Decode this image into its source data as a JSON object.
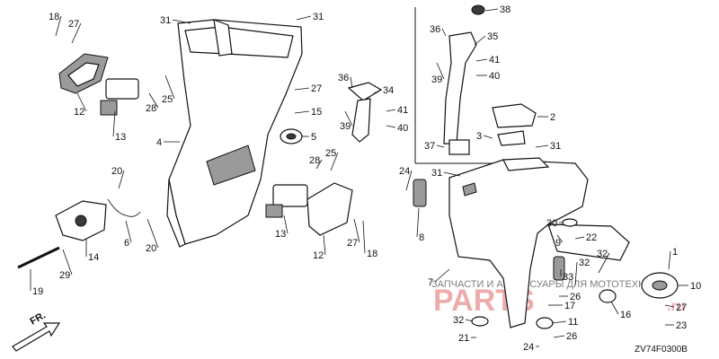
{
  "diagram_code": "ZV74F0300B",
  "direction_label": "FR.",
  "watermark": {
    "logo": "PARTS",
    "tagline": "ЗАПЧАСТИ И АКСЕССУАРЫ ДЛЯ МОТОТЕХНИКИ",
    "domain": ".ru"
  },
  "callouts": [
    "1",
    "2",
    "3",
    "4",
    "5",
    "6",
    "7",
    "8",
    "9",
    "10",
    "11",
    "12",
    "13",
    "14",
    "15",
    "16",
    "17",
    "18",
    "19",
    "20",
    "21",
    "22",
    "23",
    "24",
    "25",
    "26",
    "27",
    "28",
    "29",
    "30",
    "31",
    "32",
    "33",
    "34",
    "35",
    "36",
    "37",
    "38",
    "39",
    "40",
    "41"
  ]
}
